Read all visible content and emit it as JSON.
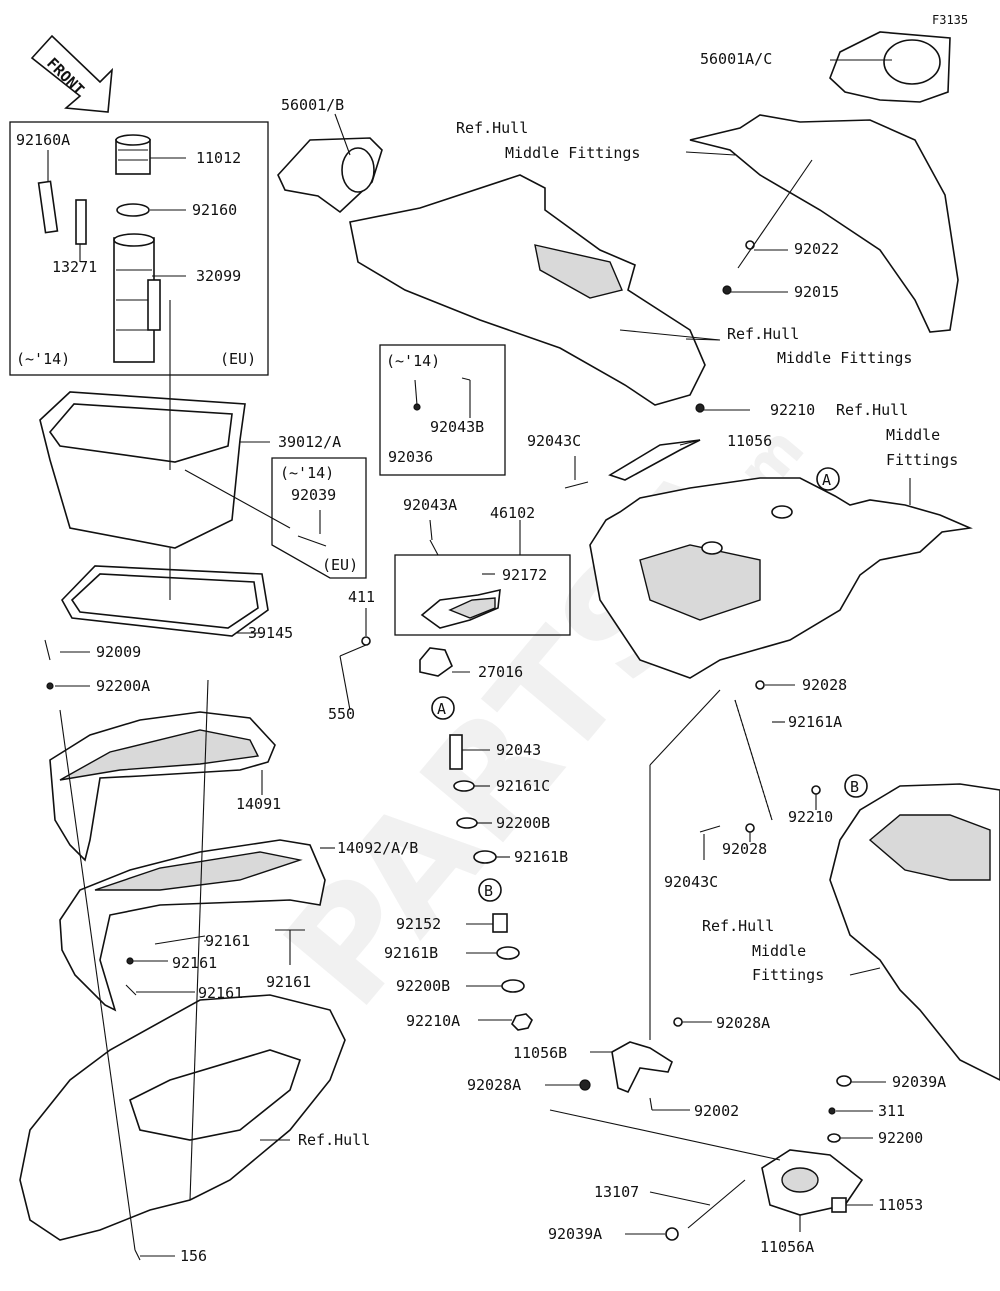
{
  "figure_id": "F3135",
  "front_arrow": "FRONT",
  "watermark": {
    "main": "PARTSA",
    "suffix": ".com"
  },
  "boxes": {
    "cap_box": {
      "left_note": "(~'14)",
      "right_note": "(EU)"
    },
    "box_92043b": {
      "note": "(~'14)"
    },
    "box_92039": {
      "top_note": "(~'14)",
      "bottom_note": "(EU)"
    }
  },
  "callouts": [
    "A",
    "B"
  ],
  "labels": {
    "l_56001ac": "56001A/C",
    "l_56001b": "56001/B",
    "l_refhull_mid_1a": "Ref.Hull",
    "l_refhull_mid_1b": "Middle Fittings",
    "l_refhull_mid_2a": "Ref.Hull",
    "l_refhull_mid_2b": "Middle Fittings",
    "l_refhull_mid_3a": "Ref.Hull",
    "l_refhull_mid_3b": "Middle",
    "l_refhull_mid_3c": "Fittings",
    "l_refhull_mid_4a": "Ref.Hull",
    "l_refhull_mid_4b": "Middle",
    "l_refhull_mid_4c": "Fittings",
    "l_refhull": "Ref.Hull",
    "l_92160a": "92160A",
    "l_11012": "11012",
    "l_92160": "92160",
    "l_13271": "13271",
    "l_32099": "32099",
    "l_92022": "92022",
    "l_92015": "92015",
    "l_92043b": "92043B",
    "l_92036": "92036",
    "l_92210_a": "92210",
    "l_11056": "11056",
    "l_92043c_a": "92043C",
    "l_39012a": "39012/A",
    "l_92039": "92039",
    "l_92043a": "92043A",
    "l_46102": "46102",
    "l_92172": "92172",
    "l_411": "411",
    "l_39145": "39145",
    "l_92009": "92009",
    "l_92200a": "92200A",
    "l_27016": "27016",
    "l_550": "550",
    "l_92028_a": "92028",
    "l_92161a": "92161A",
    "l_92043": "92043",
    "l_92161c": "92161C",
    "l_14091": "14091",
    "l_92210_b": "92210",
    "l_92200b_a": "92200B",
    "l_14092ab": "14092/A/B",
    "l_92161b_a": "92161B",
    "l_92028_b": "92028",
    "l_92043c_b": "92043C",
    "l_92152": "92152",
    "l_92161_a": "92161",
    "l_92161_b": "92161",
    "l_92161_c": "92161",
    "l_92161_d": "92161",
    "l_92161b_b": "92161B",
    "l_92200b_b": "92200B",
    "l_92210a": "92210A",
    "l_92028a_a": "92028A",
    "l_11056b": "11056B",
    "l_92028a_b": "92028A",
    "l_92002": "92002",
    "l_92039a_a": "92039A",
    "l_311": "311",
    "l_92200": "92200",
    "l_13107": "13107",
    "l_11053": "11053",
    "l_92039a_b": "92039A",
    "l_11056a": "11056A",
    "l_156": "156"
  }
}
